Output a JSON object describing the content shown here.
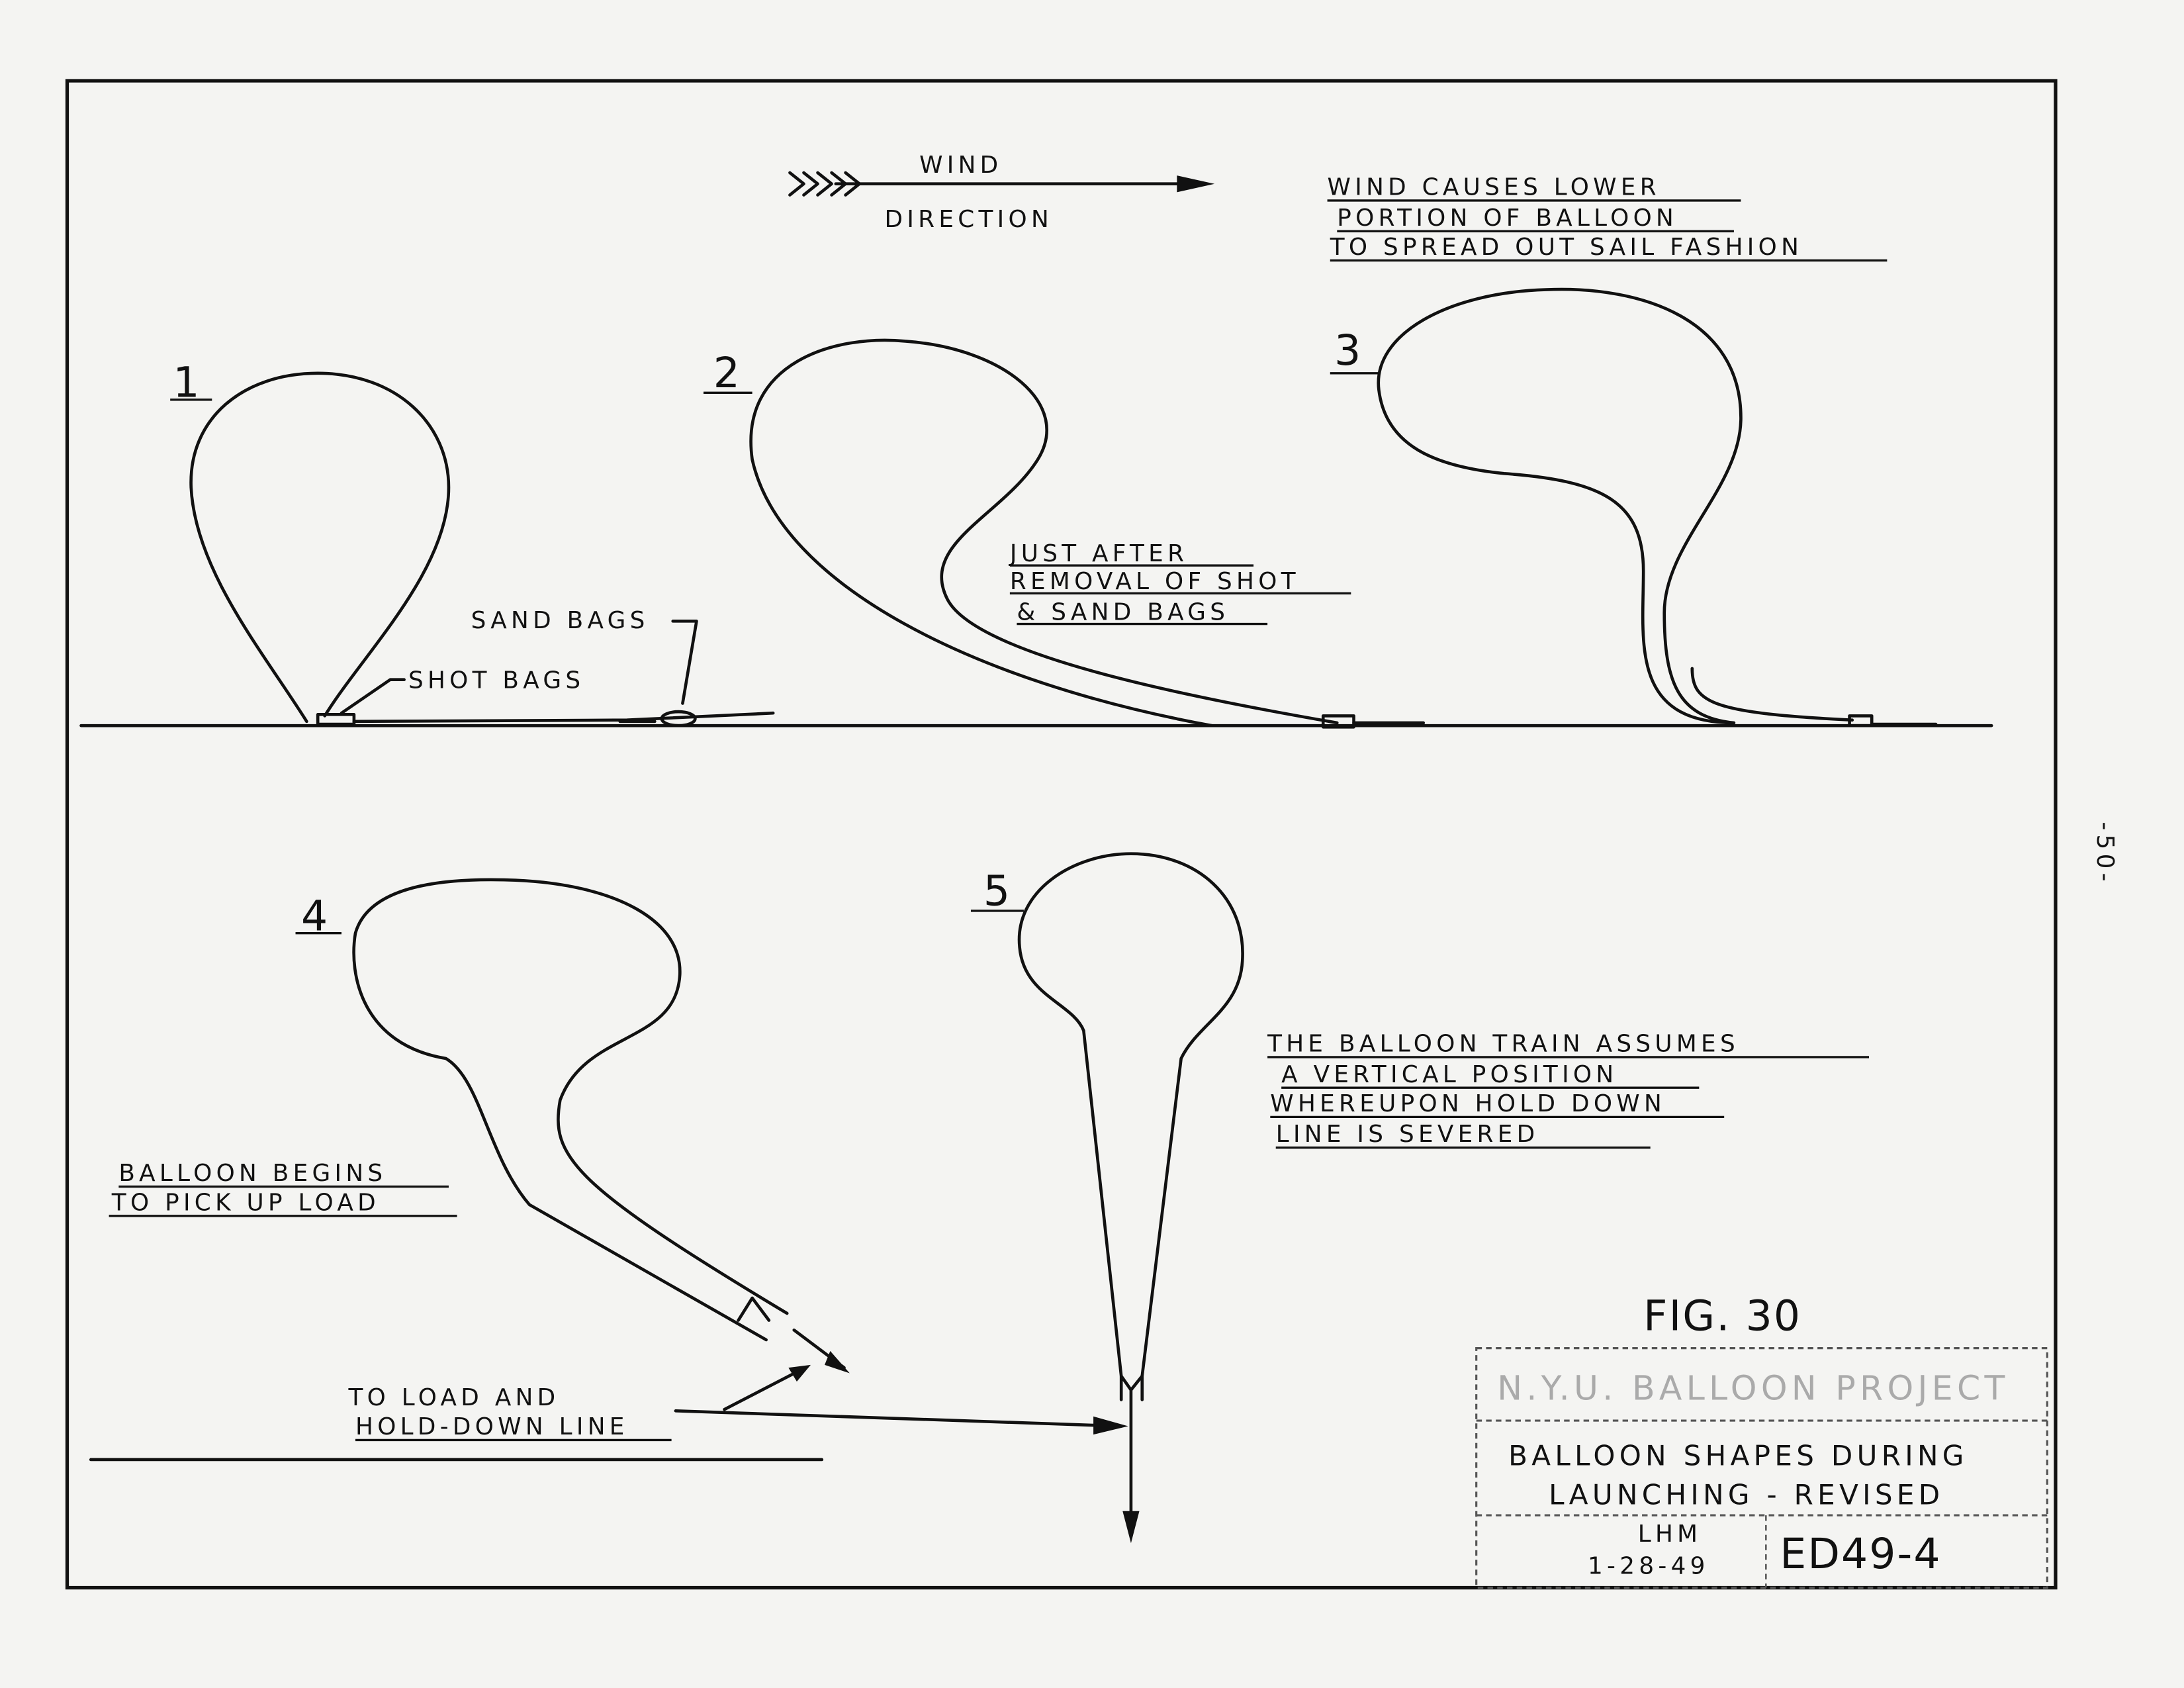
{
  "wind": {
    "word1": "WIND",
    "word2": "DIRECTION"
  },
  "note_top": [
    "WIND CAUSES LOWER",
    "PORTION OF BALLOON",
    "TO SPREAD OUT SAIL FASHION"
  ],
  "labels": {
    "n1": "1",
    "n2": "2",
    "n3": "3",
    "n4": "4",
    "n5": "5"
  },
  "sand_bags": "SAND BAGS",
  "shot_bags": "SHOT BAGS",
  "note_2": [
    "JUST AFTER",
    "REMOVAL OF SHOT",
    "& SAND BAGS"
  ],
  "note_4": [
    "BALLOON BEGINS",
    "TO PICK UP LOAD"
  ],
  "note_load": [
    "TO LOAD AND",
    "HOLD-DOWN LINE"
  ],
  "note_5": [
    "THE BALLOON TRAIN ASSUMES",
    "A VERTICAL POSITION",
    "WHEREUPON HOLD DOWN",
    "LINE IS SEVERED"
  ],
  "figure": "FIG. 30",
  "title_block": {
    "project": "N.Y.U. BALLOON PROJECT",
    "title1": "BALLOON SHAPES DURING",
    "title2": "LAUNCHING - REVISED",
    "drawn_by": "LHM",
    "date": "1-28-49",
    "drawing_no": "ED49-4"
  },
  "page_number": "-50-"
}
